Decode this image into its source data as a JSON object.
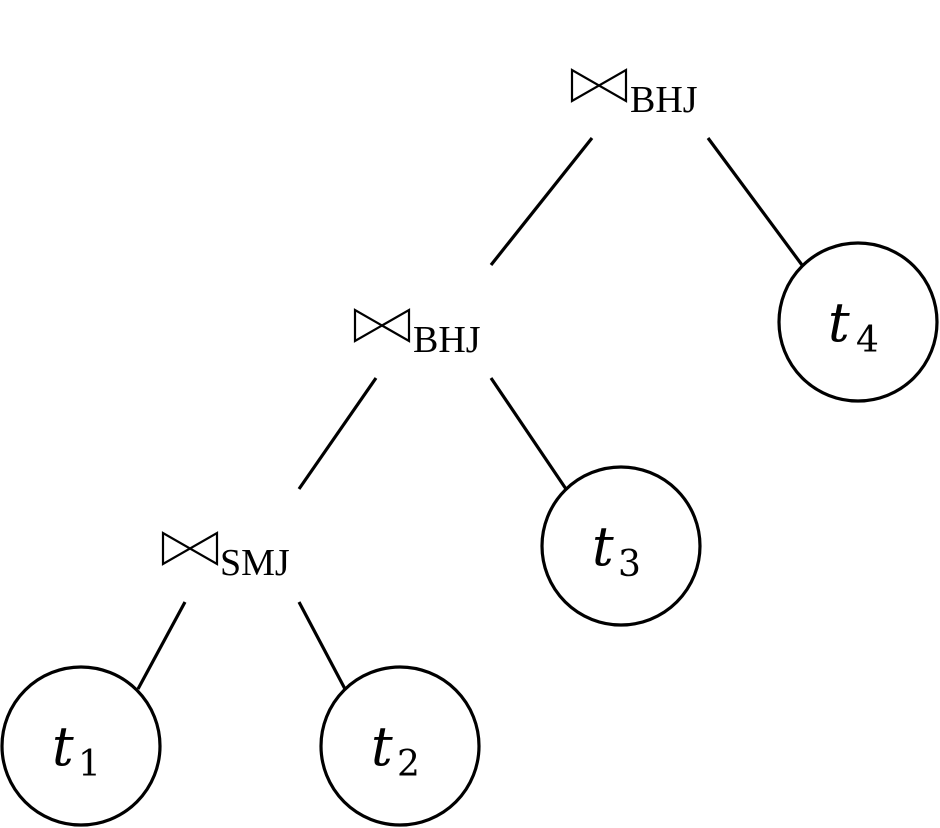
{
  "tree": {
    "root": {
      "symbol": "⋈",
      "subscript": "BHJ",
      "left": {
        "symbol": "⋈",
        "subscript": "BHJ",
        "left": {
          "symbol": "⋈",
          "subscript": "SMJ",
          "left": {
            "var": "t",
            "sub": "1"
          },
          "right": {
            "var": "t",
            "sub": "2"
          }
        },
        "right": {
          "var": "t",
          "sub": "3"
        }
      },
      "right": {
        "var": "t",
        "sub": "4"
      }
    }
  }
}
